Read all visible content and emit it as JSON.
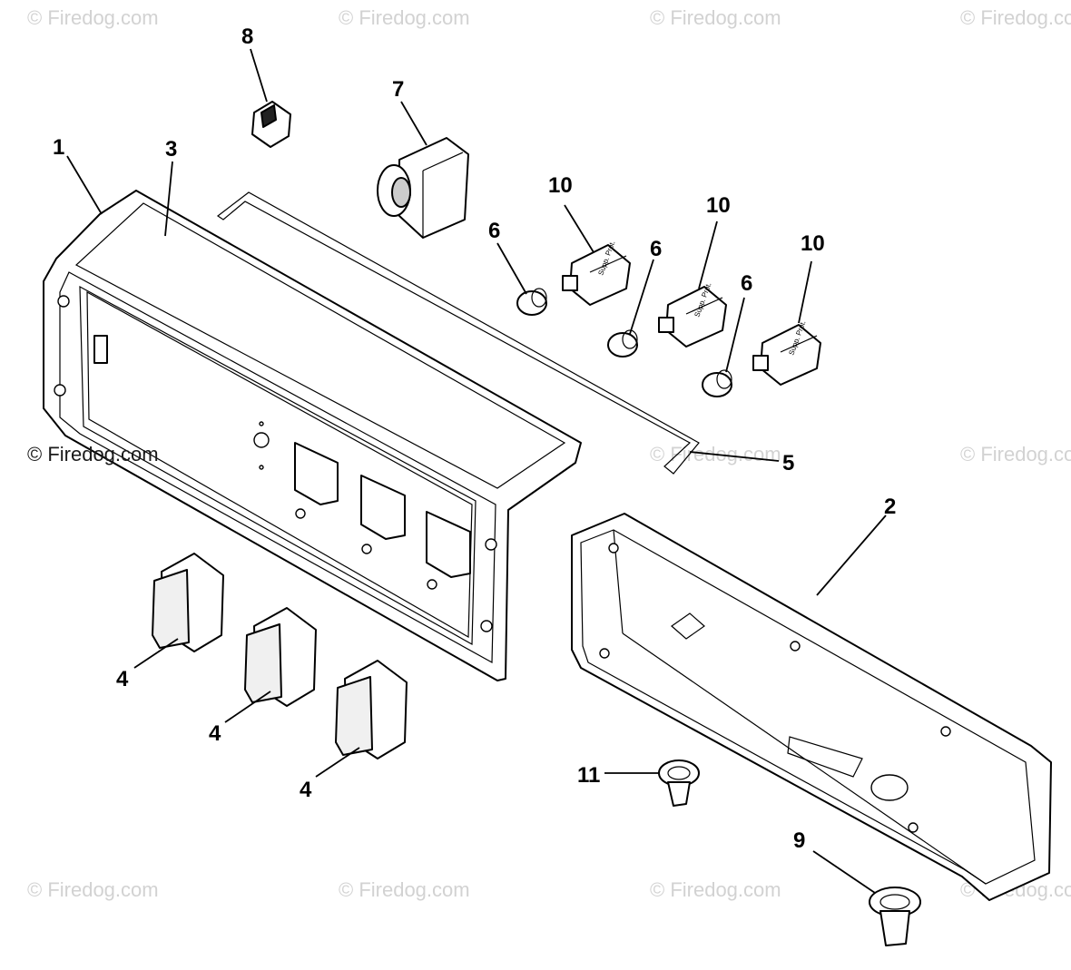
{
  "diagram": {
    "watermarks": [
      "© Firedog.com",
      "© Firedog.com",
      "© Firedog.com",
      "© Firedog.com",
      "© Firedog.com",
      "© Firedog.com",
      "© Firedog.com",
      "© Firedog.com",
      "© Firedog.com",
      "© Firedog.com",
      "© Firedog.com"
    ],
    "callouts": [
      "1",
      "2",
      "3",
      "4",
      "4",
      "4",
      "5",
      "6",
      "6",
      "6",
      "7",
      "8",
      "9",
      "10",
      "10",
      "10",
      "11"
    ],
    "breaker_label": "Supp. Prot."
  }
}
